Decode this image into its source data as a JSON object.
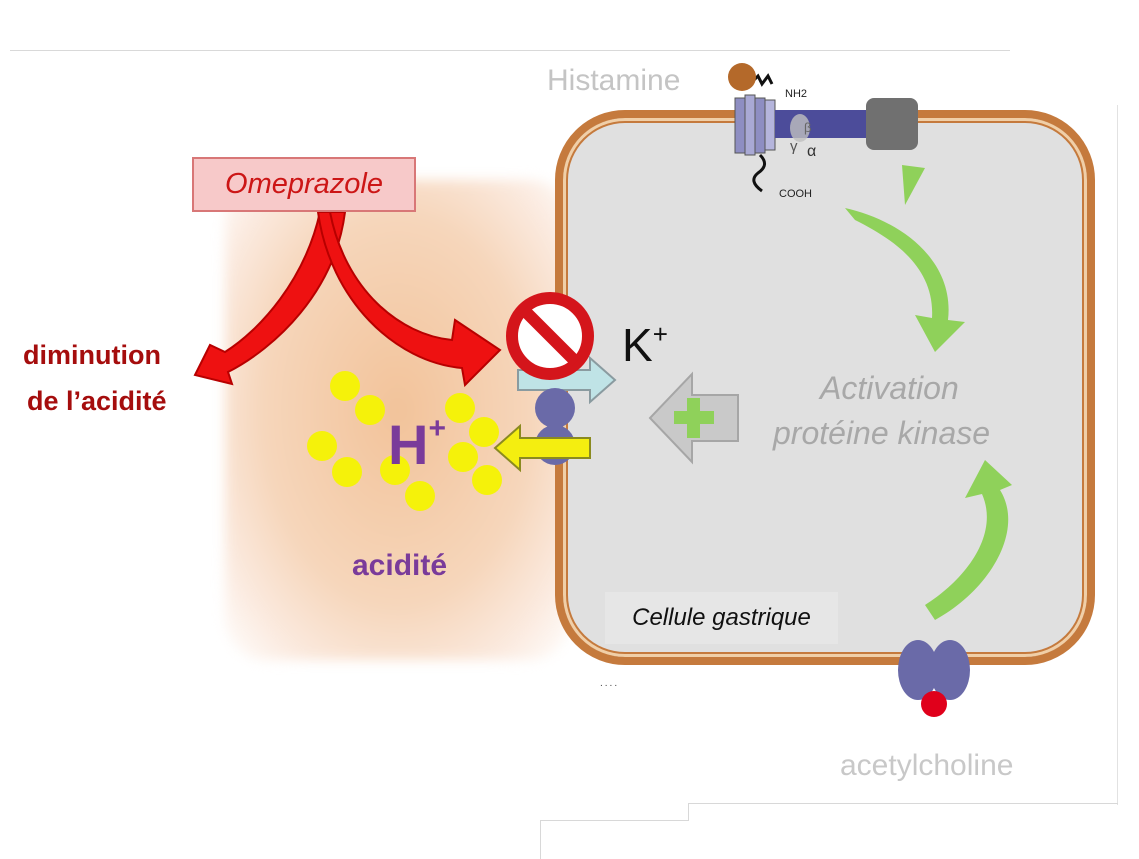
{
  "labels": {
    "histamine": "Histamine",
    "drug": "Omeprazole",
    "diminution_line1": "diminution",
    "diminution_line2": "de l’acidité",
    "h_ion": "H",
    "h_charge": "+",
    "k_ion": "K",
    "k_charge": "+",
    "acidite": "acidité",
    "activation_line1": "Activation",
    "activation_line2": "protéine kinase",
    "cellule": "Cellule gastrique",
    "acetylcholine": "acetylcholine",
    "nh2": "NH2",
    "cooh": "COOH",
    "gamma": "γ",
    "alpha": "α",
    "beta": "β",
    "faint": "...."
  },
  "colors": {
    "drug_text": "#cc1616",
    "arrow_red": "#ee1111",
    "arrow_green": "#8fd15a",
    "proton": "#f5f20a",
    "membrane": "#c57a3d",
    "receptor": "#6a6aa8",
    "acid_text": "#7a3b9a"
  },
  "icons": [
    "no-entry-icon",
    "plus-icon",
    "receptor-icon"
  ]
}
